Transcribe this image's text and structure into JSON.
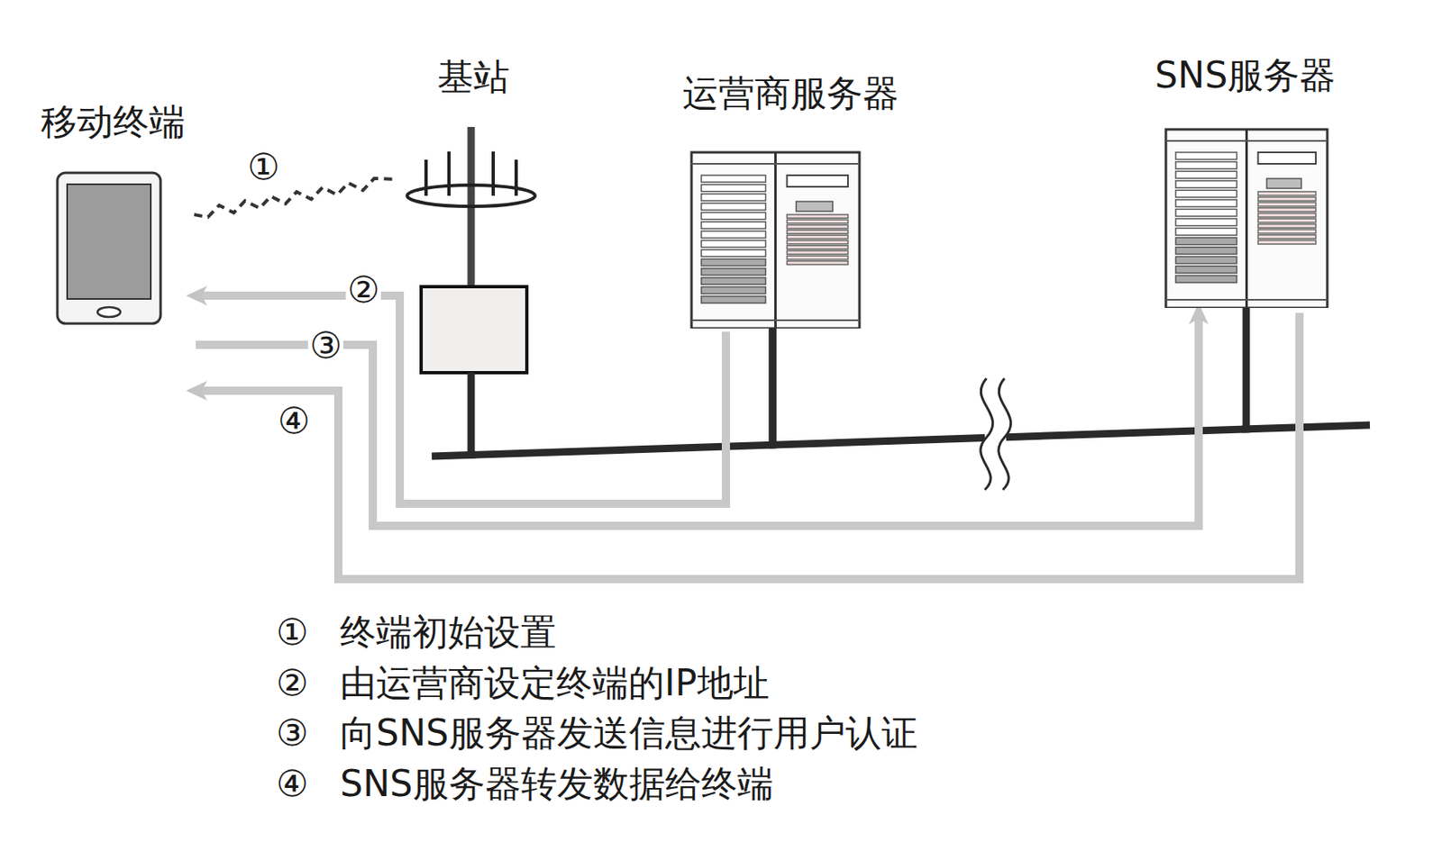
{
  "diagram": {
    "nodes": [
      {
        "text": [
          "移动终端"
        ]
      },
      {
        "text": [
          "基站"
        ]
      },
      {
        "text": [
          "运营商服务器"
        ]
      },
      {
        "text": [
          "SNS服务器"
        ]
      }
    ],
    "edges": [
      {
        "from": 0,
        "to": 1,
        "arrow": "none",
        "label": "①"
      },
      {
        "from": 1,
        "to": 2,
        "arrow": "none"
      },
      {
        "from": 2,
        "to": 3,
        "arrow": "none"
      },
      {
        "from": 2,
        "to": 0,
        "arrow": "to",
        "label": "②"
      },
      {
        "from": 0,
        "to": 3,
        "arrow": "to",
        "label": "③"
      },
      {
        "from": 3,
        "to": 0,
        "arrow": "to",
        "label": "④"
      }
    ],
    "labels": [
      "①",
      "终端初始设置",
      "②",
      "由运营商设定终端的IP地址",
      "③",
      "向SNS服务器发送信息进行用户认证",
      "④",
      "SNS服务器转发数据给终端"
    ]
  }
}
